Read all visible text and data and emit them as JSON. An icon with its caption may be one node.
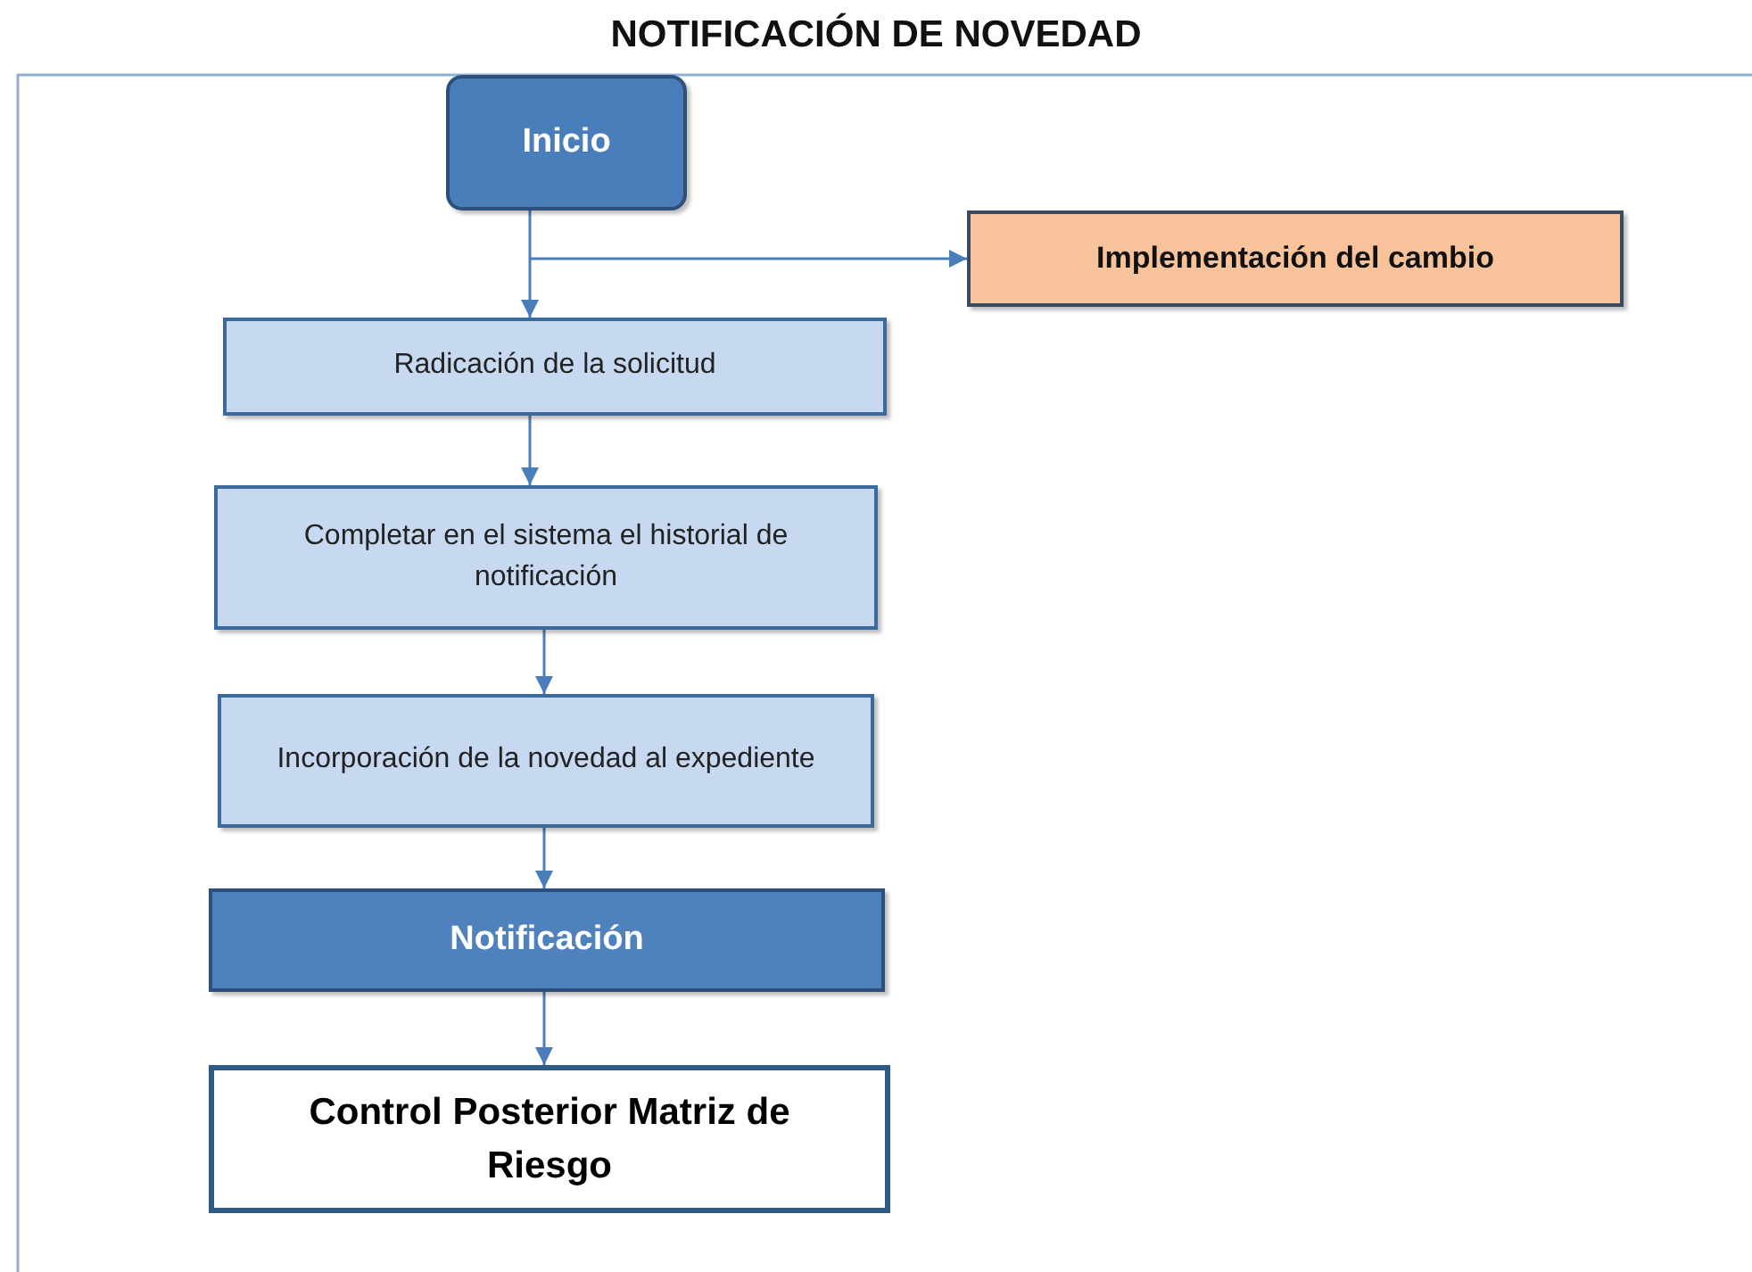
{
  "diagram": {
    "title": "NOTIFICACIÓN DE NOVEDAD",
    "nodes": [
      {
        "text": [
          "Inicio"
        ]
      },
      {
        "text": [
          "Implementación del cambio"
        ]
      },
      {
        "text": [
          "Radicación de la solicitud"
        ]
      },
      {
        "text": [
          "Completar en el sistema el historial de notificación"
        ]
      },
      {
        "text": [
          "Incorporación de la novedad al expediente"
        ]
      },
      {
        "text": [
          "Notificación"
        ]
      },
      {
        "text": [
          "Control Posterior Matriz de Riesgo"
        ]
      }
    ],
    "edges": [
      {
        "from": 0,
        "to": 2,
        "arrow": "to"
      },
      {
        "from": 0,
        "to": 1,
        "arrow": "to"
      },
      {
        "from": 2,
        "to": 3,
        "arrow": "to"
      },
      {
        "from": 3,
        "to": 4,
        "arrow": "to"
      },
      {
        "from": 4,
        "to": 5,
        "arrow": "to"
      },
      {
        "from": 5,
        "to": 6,
        "arrow": "to"
      }
    ]
  }
}
